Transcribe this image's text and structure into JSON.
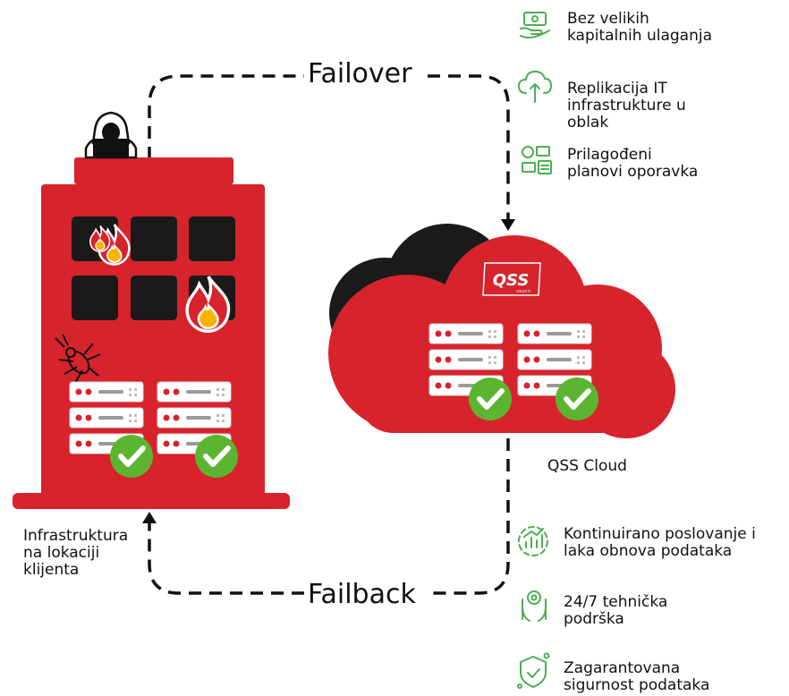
{
  "flow": {
    "failover": "Failover",
    "failback": "Failback"
  },
  "client": {
    "label_lines": [
      "Infrastruktura",
      "na lokaciji",
      "klijenta"
    ]
  },
  "cloud": {
    "label": "QSS Cloud",
    "logo_text": "QSS",
    "logo_sub": "smart it"
  },
  "features_top": [
    {
      "icon": "money-hand-icon",
      "lines": [
        "Bez velikih",
        "kapitalnih ulaganja"
      ]
    },
    {
      "icon": "cloud-upload-icon",
      "lines": [
        "Replikacija IT",
        "infrastrukture u",
        "oblak"
      ]
    },
    {
      "icon": "plan-settings-icon",
      "lines": [
        "Prilagođeni",
        "planovi oporavka"
      ]
    }
  ],
  "features_bottom": [
    {
      "icon": "growth-chart-icon",
      "lines": [
        "Kontinuirano poslovanje i",
        "laka obnova podataka"
      ]
    },
    {
      "icon": "support-hands-icon",
      "lines": [
        "24/7 tehnička",
        "podrška"
      ]
    },
    {
      "icon": "shield-check-icon",
      "lines": [
        "Zagarantovana",
        "sigurnost podataka"
      ]
    }
  ],
  "colors": {
    "brand_red": "#d7232c",
    "dark": "#1a1a1a",
    "icon_green": "#4caf50",
    "check_green": "#5cb531"
  }
}
